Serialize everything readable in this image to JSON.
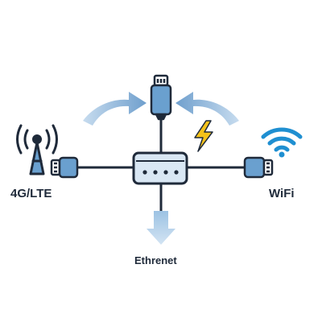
{
  "labels": {
    "cellular": "4G/LTE",
    "wifi": "WiFi",
    "ethernet": "Ethrenet"
  },
  "icons": {
    "cellular": "cell-tower-icon",
    "wifi": "wifi-icon",
    "power": "lightning-bolt-icon",
    "cable": "network-plug-icon",
    "hub": "network-switch-icon"
  },
  "colors": {
    "line": "#1f2a3a",
    "plug": "#6aa0cf",
    "arrow_light": "#c7dcef",
    "arrow_mid": "#79aad4",
    "hub_fill": "#d9e7f4",
    "bolt": "#f4c21a"
  }
}
